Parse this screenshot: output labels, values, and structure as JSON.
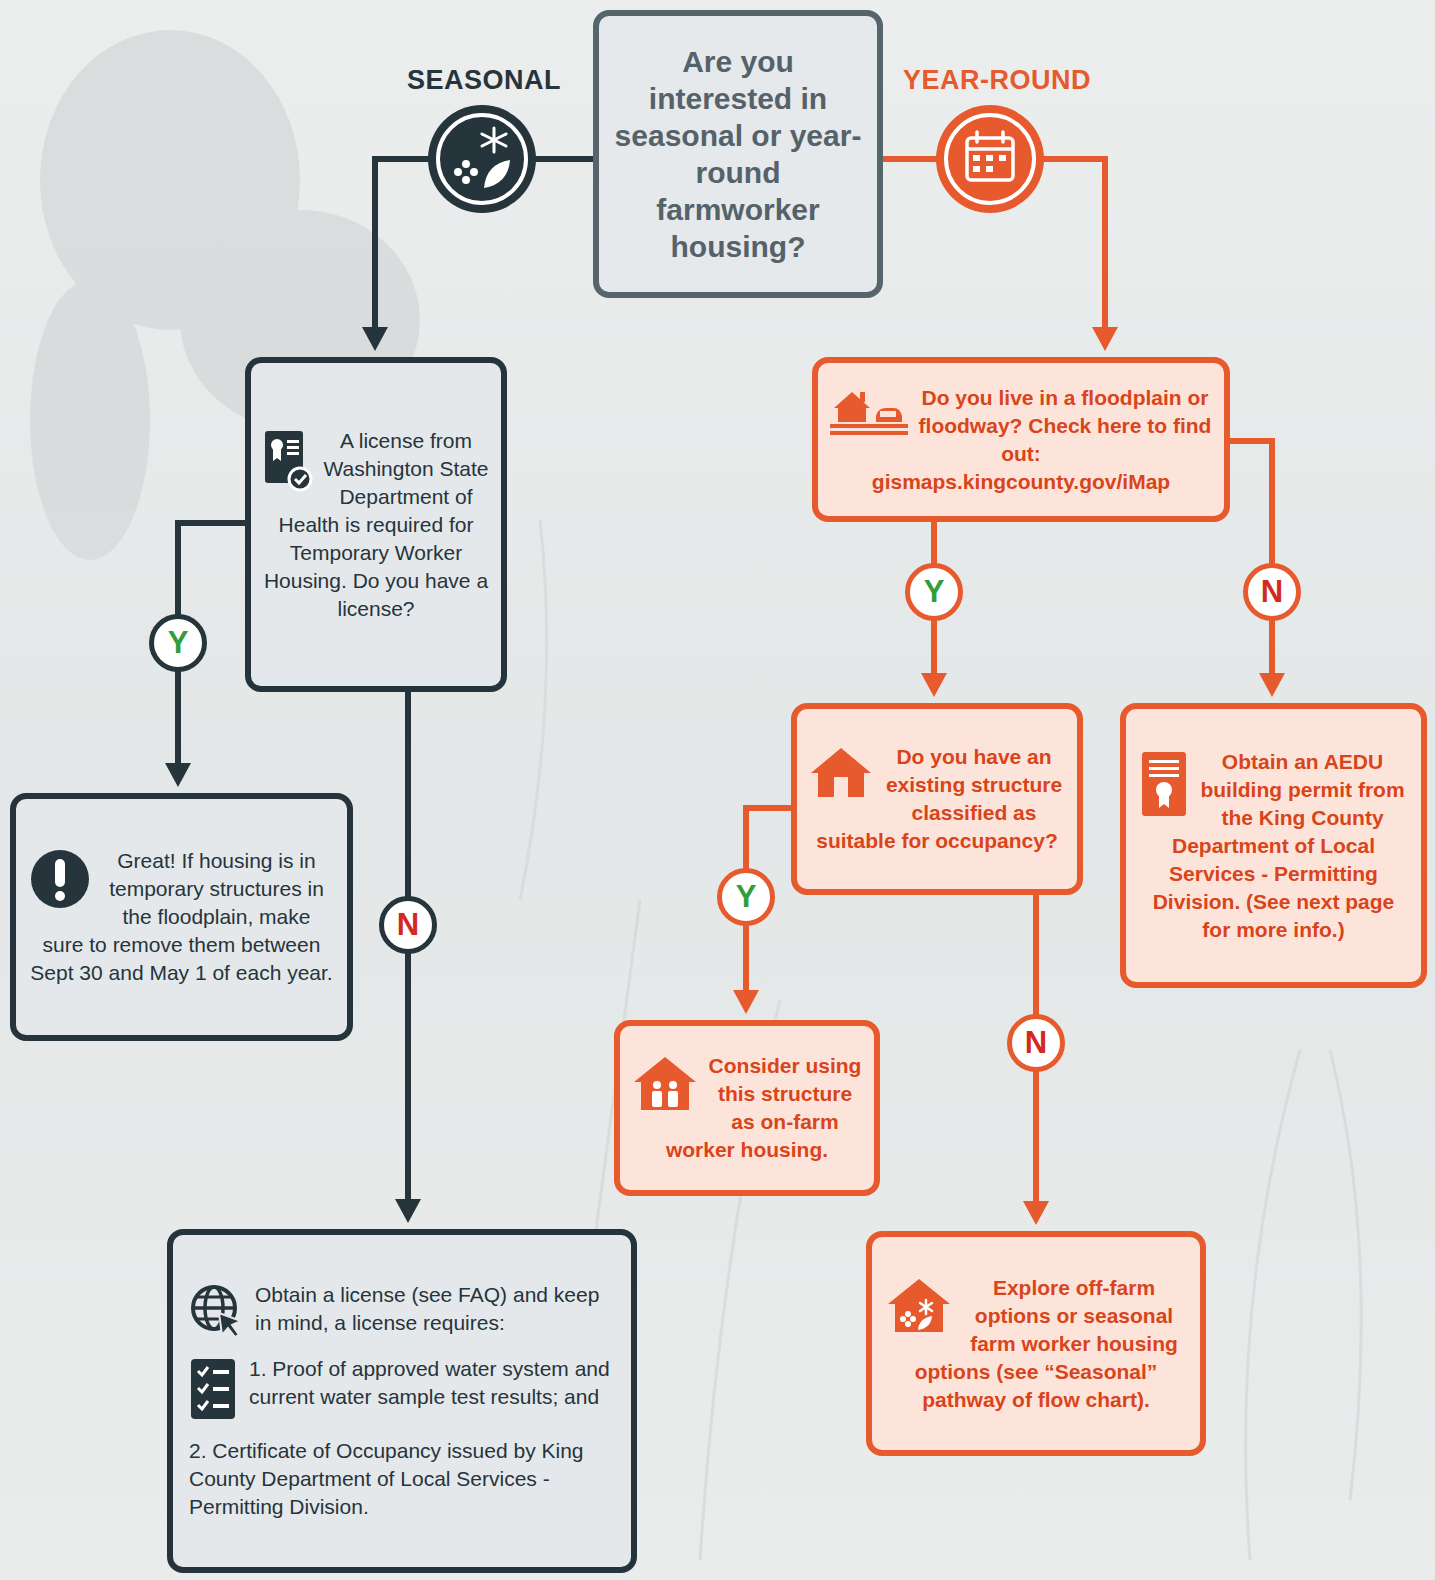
{
  "diagram": {
    "nodes": [
      {
        "text": [
          "Are you interested in seasonal or year-round farmworker housing?"
        ]
      },
      {
        "text": [
          "A license from Washington State Department of Health is required for Temporary Worker Housing. Do you have a license?"
        ]
      },
      {
        "text": [
          "Great! If housing is in temporary structures in the floodplain, make sure to remove them between Sept 30 and May 1 of each year."
        ]
      },
      {
        "text": [
          "Obtain a license (see FAQ) and keep in mind, a license requires:",
          "1. Proof of approved water system and current water sample test results; and",
          "2. Certificate of Occupancy issued by King County Department of Local Services - Permitting Division."
        ]
      },
      {
        "text": [
          "Do you live in a floodplain or floodway? Check here to find out:",
          "gismaps.kingcounty.gov/iMap"
        ]
      },
      {
        "text": [
          "Do you have an existing structure classified as suitable for occupancy?"
        ]
      },
      {
        "text": [
          "Obtain an AEDU building permit from the King County Department of Local Services - Permitting Division. (See next page for more info.)"
        ]
      },
      {
        "text": [
          "Consider using this structure as on-farm worker housing."
        ]
      },
      {
        "text": [
          "Explore off-farm options or seasonal farm worker housing options (see “Seasonal” pathway of flow chart)."
        ]
      }
    ],
    "edges": [
      {
        "from": 0,
        "to": 1,
        "label": "SEASONAL",
        "arrow": "to"
      },
      {
        "from": 0,
        "to": 4,
        "label": "YEAR-ROUND",
        "arrow": "to"
      },
      {
        "from": 1,
        "to": 2,
        "label": "Y",
        "arrow": "to"
      },
      {
        "from": 1,
        "to": 3,
        "label": "N",
        "arrow": "to"
      },
      {
        "from": 4,
        "to": 5,
        "label": "Y",
        "arrow": "to"
      },
      {
        "from": 4,
        "to": 6,
        "label": "N",
        "arrow": "to"
      },
      {
        "from": 5,
        "to": 7,
        "label": "Y",
        "arrow": "to"
      },
      {
        "from": 5,
        "to": 8,
        "label": "N",
        "arrow": "to"
      }
    ]
  }
}
